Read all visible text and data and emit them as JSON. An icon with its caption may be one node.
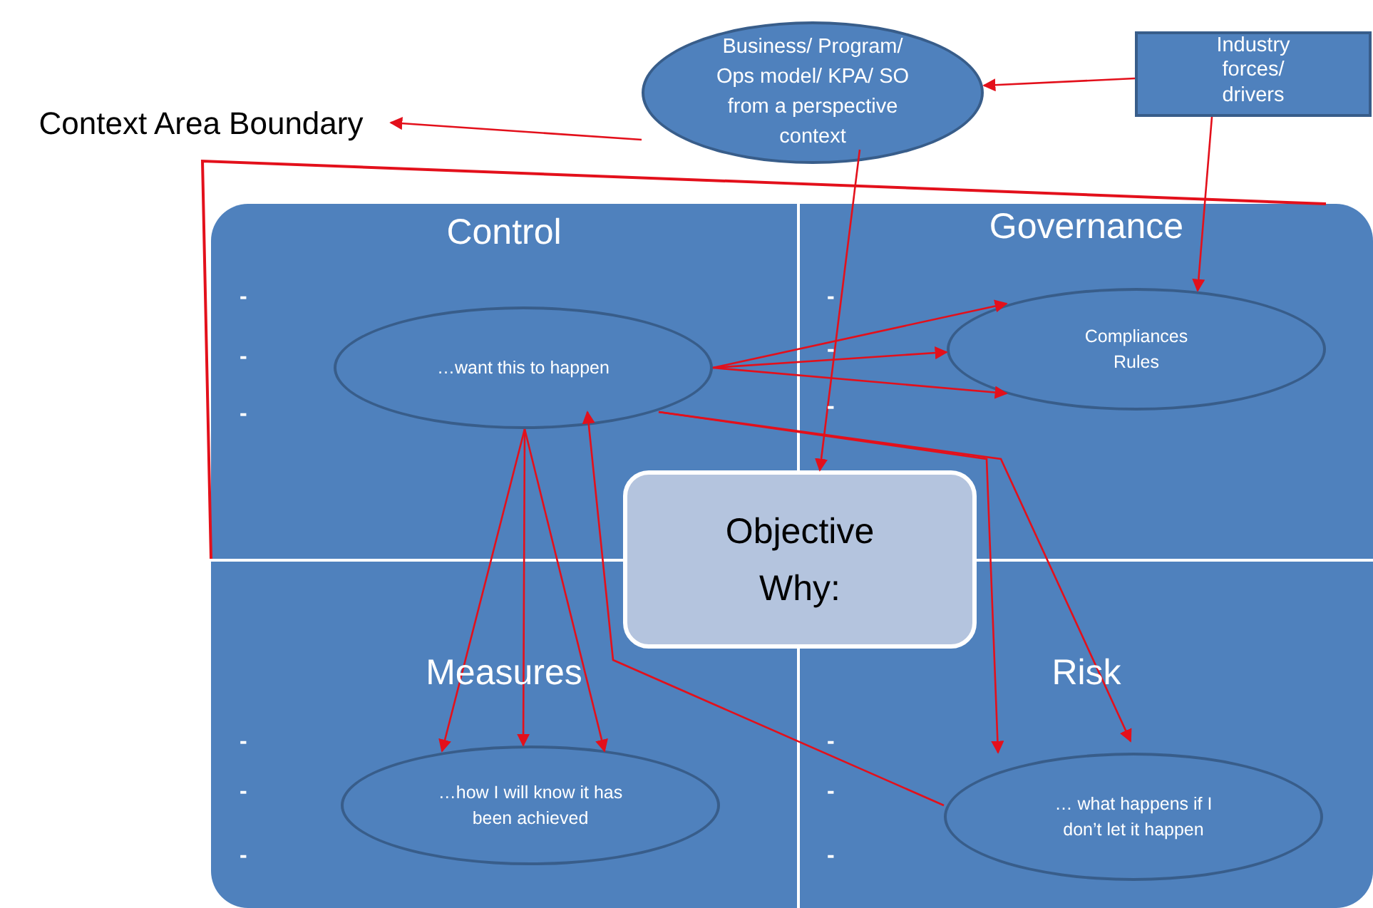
{
  "diagram": {
    "nodes": [
      {
        "text": [
          "Context Area Boundary"
        ]
      },
      {
        "text": [
          "Business/ Program/ Ops model/ KPA/ SO from a perspective context"
        ]
      },
      {
        "text": [
          "Industry forces/ drivers"
        ]
      },
      {
        "text": [
          "Control"
        ]
      },
      {
        "text": [
          "…want this to happen"
        ],
        "in": 3
      },
      {
        "text": [
          "Governance"
        ]
      },
      {
        "text": [
          "Compliances Rules"
        ],
        "in": 5
      },
      {
        "text": [
          "Measures"
        ]
      },
      {
        "text": [
          "…how I will know it has been achieved"
        ],
        "in": 7
      },
      {
        "text": [
          "Risk"
        ]
      },
      {
        "text": [
          "… what happens if I don’t let it happen"
        ],
        "in": 9
      },
      {
        "text": [
          "Objective Why:"
        ]
      }
    ],
    "edges": [
      {
        "from": 1,
        "to": 0,
        "arrow": "to"
      },
      {
        "from": 2,
        "to": 1,
        "arrow": "to"
      },
      {
        "from": 1,
        "to": 11,
        "arrow": "to"
      },
      {
        "from": 2,
        "to": 6,
        "arrow": "to"
      },
      {
        "from": 4,
        "to": 6,
        "arrow": "to"
      },
      {
        "from": 4,
        "to": 6,
        "arrow": "to"
      },
      {
        "from": 4,
        "to": 6,
        "arrow": "to"
      },
      {
        "from": 4,
        "to": 8,
        "arrow": "to"
      },
      {
        "from": 4,
        "to": 8,
        "arrow": "to"
      },
      {
        "from": 4,
        "to": 8,
        "arrow": "to"
      },
      {
        "from": 4,
        "to": 10,
        "arrow": "to"
      },
      {
        "from": 4,
        "to": 10,
        "arrow": "to"
      },
      {
        "from": 10,
        "to": 4,
        "arrow": "to"
      }
    ],
    "labels": [
      "-",
      "-",
      "-",
      "-",
      "-",
      "-",
      "-",
      "-",
      "-",
      "-",
      "-",
      "-"
    ]
  }
}
